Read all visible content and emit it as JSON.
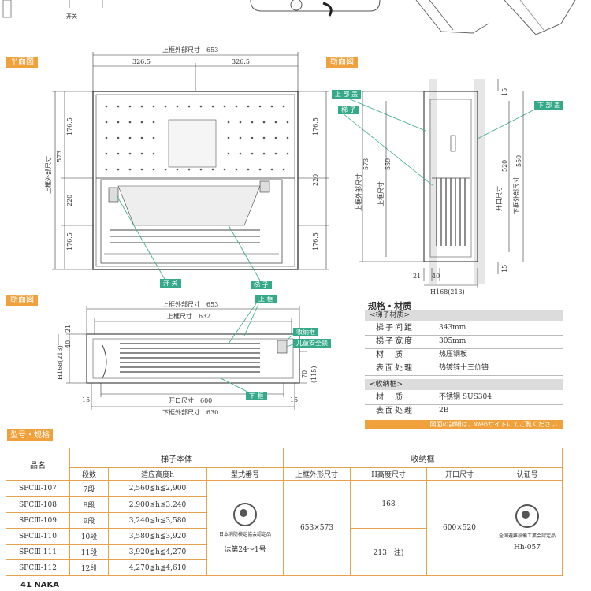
{
  "top_strip": {
    "switch_label": "开关"
  },
  "plan_view": {
    "tag": "平面图",
    "outer_dim": "上框外部尺寸　653",
    "half_left": "326.5",
    "half_right": "326.5",
    "left_v": [
      "176.5",
      "220",
      "176.5"
    ],
    "right_v": [
      "176.5",
      "220",
      "176.5"
    ],
    "total_v": "573",
    "v_label": "上框外部尺寸",
    "callout_switch": "开 关"
  },
  "side_view": {
    "tag": "断面図",
    "callouts": {
      "top_cover": "上 部 盖",
      "ladder": "梯 子",
      "bottom_cover": "下 部 盖"
    },
    "dims": {
      "v573": "573",
      "v559": "559",
      "v520": "520",
      "v550": "550",
      "v15a": "15",
      "v15b": "15",
      "h21": "21",
      "h40": "40",
      "h168": "H168(213)"
    },
    "v_labels": {
      "outer": "上框外部尺寸",
      "frame": "上框尺寸",
      "open": "开口尺寸",
      "lower_outer": "下框外部尺寸"
    }
  },
  "section_view": {
    "tag": "断面図",
    "callouts": {
      "ladder": "梯 子",
      "top_frame": "上 框",
      "box": "收纳框",
      "child_lock": "儿童安全锁",
      "bottom_frame": "下 框"
    },
    "dim_outer": "上框外部尺寸　653",
    "dim_frame": "上框尺寸　632",
    "dim_open": "开口尺寸　600",
    "dim_lower": "下框外部尺寸　630",
    "left_dims": [
      "21",
      "40",
      "H168(213)"
    ],
    "right_dims": [
      "70",
      "(115)"
    ],
    "fifteen": "15"
  },
  "specs": {
    "title": "规格・材质",
    "ladder_head": "<梯子材质>",
    "ladder_rows": [
      {
        "k": "梯子间距",
        "v": "343mm"
      },
      {
        "k": "梯子宽度",
        "v": "305mm"
      },
      {
        "k": "材　质",
        "v": "热压钢板"
      },
      {
        "k": "表面处理",
        "v": "热镀锌十三价铬"
      }
    ],
    "box_head": "<收纳框>",
    "box_rows": [
      {
        "k": "材　质",
        "v": "不锈钢 SUS304"
      },
      {
        "k": "表面处理",
        "v": "2B"
      }
    ],
    "note": "図面の詳細は、Webサイトにてご覧ください"
  },
  "model_section": {
    "tag": "型号・规格"
  },
  "table": {
    "h_name": "品名",
    "h_body": "梯子本体",
    "h_box": "收纳框",
    "h_steps": "段数",
    "h_height": "适应高度h",
    "h_model": "型式番号",
    "h_frame": "上框外形尺寸",
    "h_hdim": "H高度尺寸",
    "h_open": "开口尺寸",
    "h_cert": "认证号",
    "rows": [
      {
        "name": "SPCⅢ-107",
        "steps": "7段",
        "height": "2,560≦h≦2,900"
      },
      {
        "name": "SPCⅢ-108",
        "steps": "8段",
        "height": "2,900≦h≦3,240"
      },
      {
        "name": "SPCⅢ-109",
        "steps": "9段",
        "height": "3,240≦h≦3,580"
      },
      {
        "name": "SPCⅢ-110",
        "steps": "10段",
        "height": "3,580≦h≦3,920"
      },
      {
        "name": "SPCⅢ-111",
        "steps": "11段",
        "height": "3,920≦h≦4,270"
      },
      {
        "name": "SPCⅢ-112",
        "steps": "12段",
        "height": "4,270≦h≦4,610"
      }
    ],
    "model_text": "日本消防検定協会認定品",
    "model_no": "は第24～1号",
    "frame_size": "653×573",
    "h168": "168",
    "h213": "213　注)",
    "open_size": "600×520",
    "cert_text": "全国避難設備工業会認定品",
    "cert_no": "Hh-057"
  },
  "footer": "41 NAKA"
}
